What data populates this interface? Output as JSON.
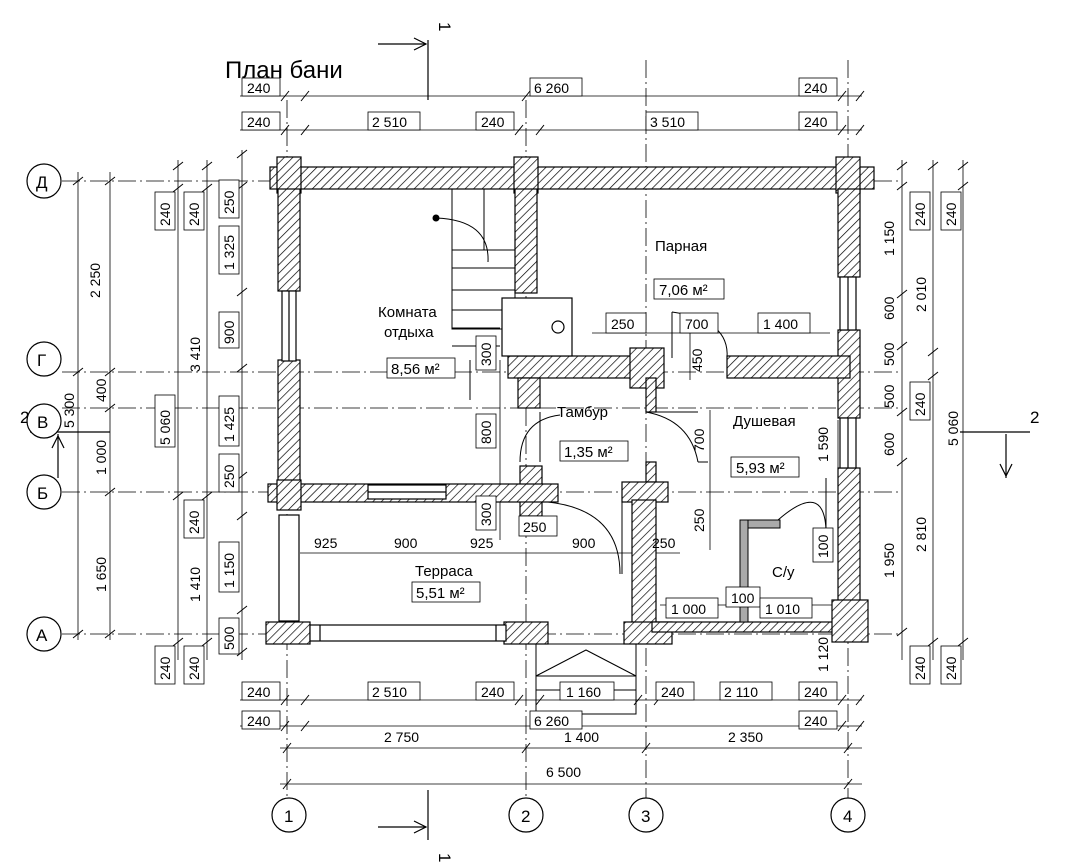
{
  "title": "План бани",
  "section_marks": {
    "top": "1",
    "bottom": "1",
    "left": "2",
    "right": "2"
  },
  "axes": {
    "rows": [
      "Д",
      "Г",
      "В",
      "Б",
      "А"
    ],
    "cols": [
      "1",
      "2",
      "3",
      "4"
    ]
  },
  "rooms": {
    "parnaya": {
      "name": "Парная",
      "area": "7,06 м²"
    },
    "komnata": {
      "name1": "Комната",
      "name2": "отдыха",
      "area": "8,56 м²"
    },
    "tambur": {
      "name": "Тамбур",
      "area": "1,35 м²"
    },
    "dushevaya": {
      "name": "Душевая",
      "area": "5,93 м²"
    },
    "terrasa": {
      "name": "Терраса",
      "area": "5,51 м²"
    },
    "su": {
      "name": "С/у"
    }
  },
  "dims": {
    "top1": [
      "240",
      "6 260",
      "240"
    ],
    "top2": [
      "240",
      "2 510",
      "240",
      "3 510",
      "240"
    ],
    "bottom1": [
      "240",
      "2 510",
      "240",
      "1 160",
      "240",
      "2 110",
      "240"
    ],
    "bottom2": [
      "240",
      "6 260",
      "240"
    ],
    "bottom3": [
      "2 750",
      "1 400",
      "2 350"
    ],
    "bottom_total": "6 500",
    "left_outer": [
      "2 250",
      "400",
      "1 000",
      "1 650"
    ],
    "left_total": "5 300",
    "left_mid": [
      "240",
      "3 410",
      "240",
      "5 060",
      "1 410",
      "240"
    ],
    "left_inner_a": [
      "240",
      "240",
      "240",
      "240"
    ],
    "left_inner": [
      "250",
      "1 325",
      "900",
      "1 425",
      "250",
      "1 150",
      "500"
    ],
    "right_inner": [
      "1 150",
      "600",
      "500",
      "500",
      "600",
      "1 590",
      "1 950",
      "1 120"
    ],
    "right_mid": [
      "2 010",
      "240",
      "2 810",
      "240"
    ],
    "right_outer": [
      "240",
      "5 060",
      "240"
    ],
    "interior": {
      "p250": "250",
      "p700": "700",
      "p1400": "1 400",
      "p450": "450",
      "p300a": "300",
      "p800": "800",
      "p700b": "700",
      "p300b": "300",
      "p250b": "250",
      "p250c": "250",
      "p900b": "900",
      "t925a": "925",
      "t900": "900",
      "t925b": "925",
      "t250": "250",
      "s100": "100",
      "s1000": "1 000",
      "s100b": "100",
      "s1010": "1 010"
    }
  }
}
